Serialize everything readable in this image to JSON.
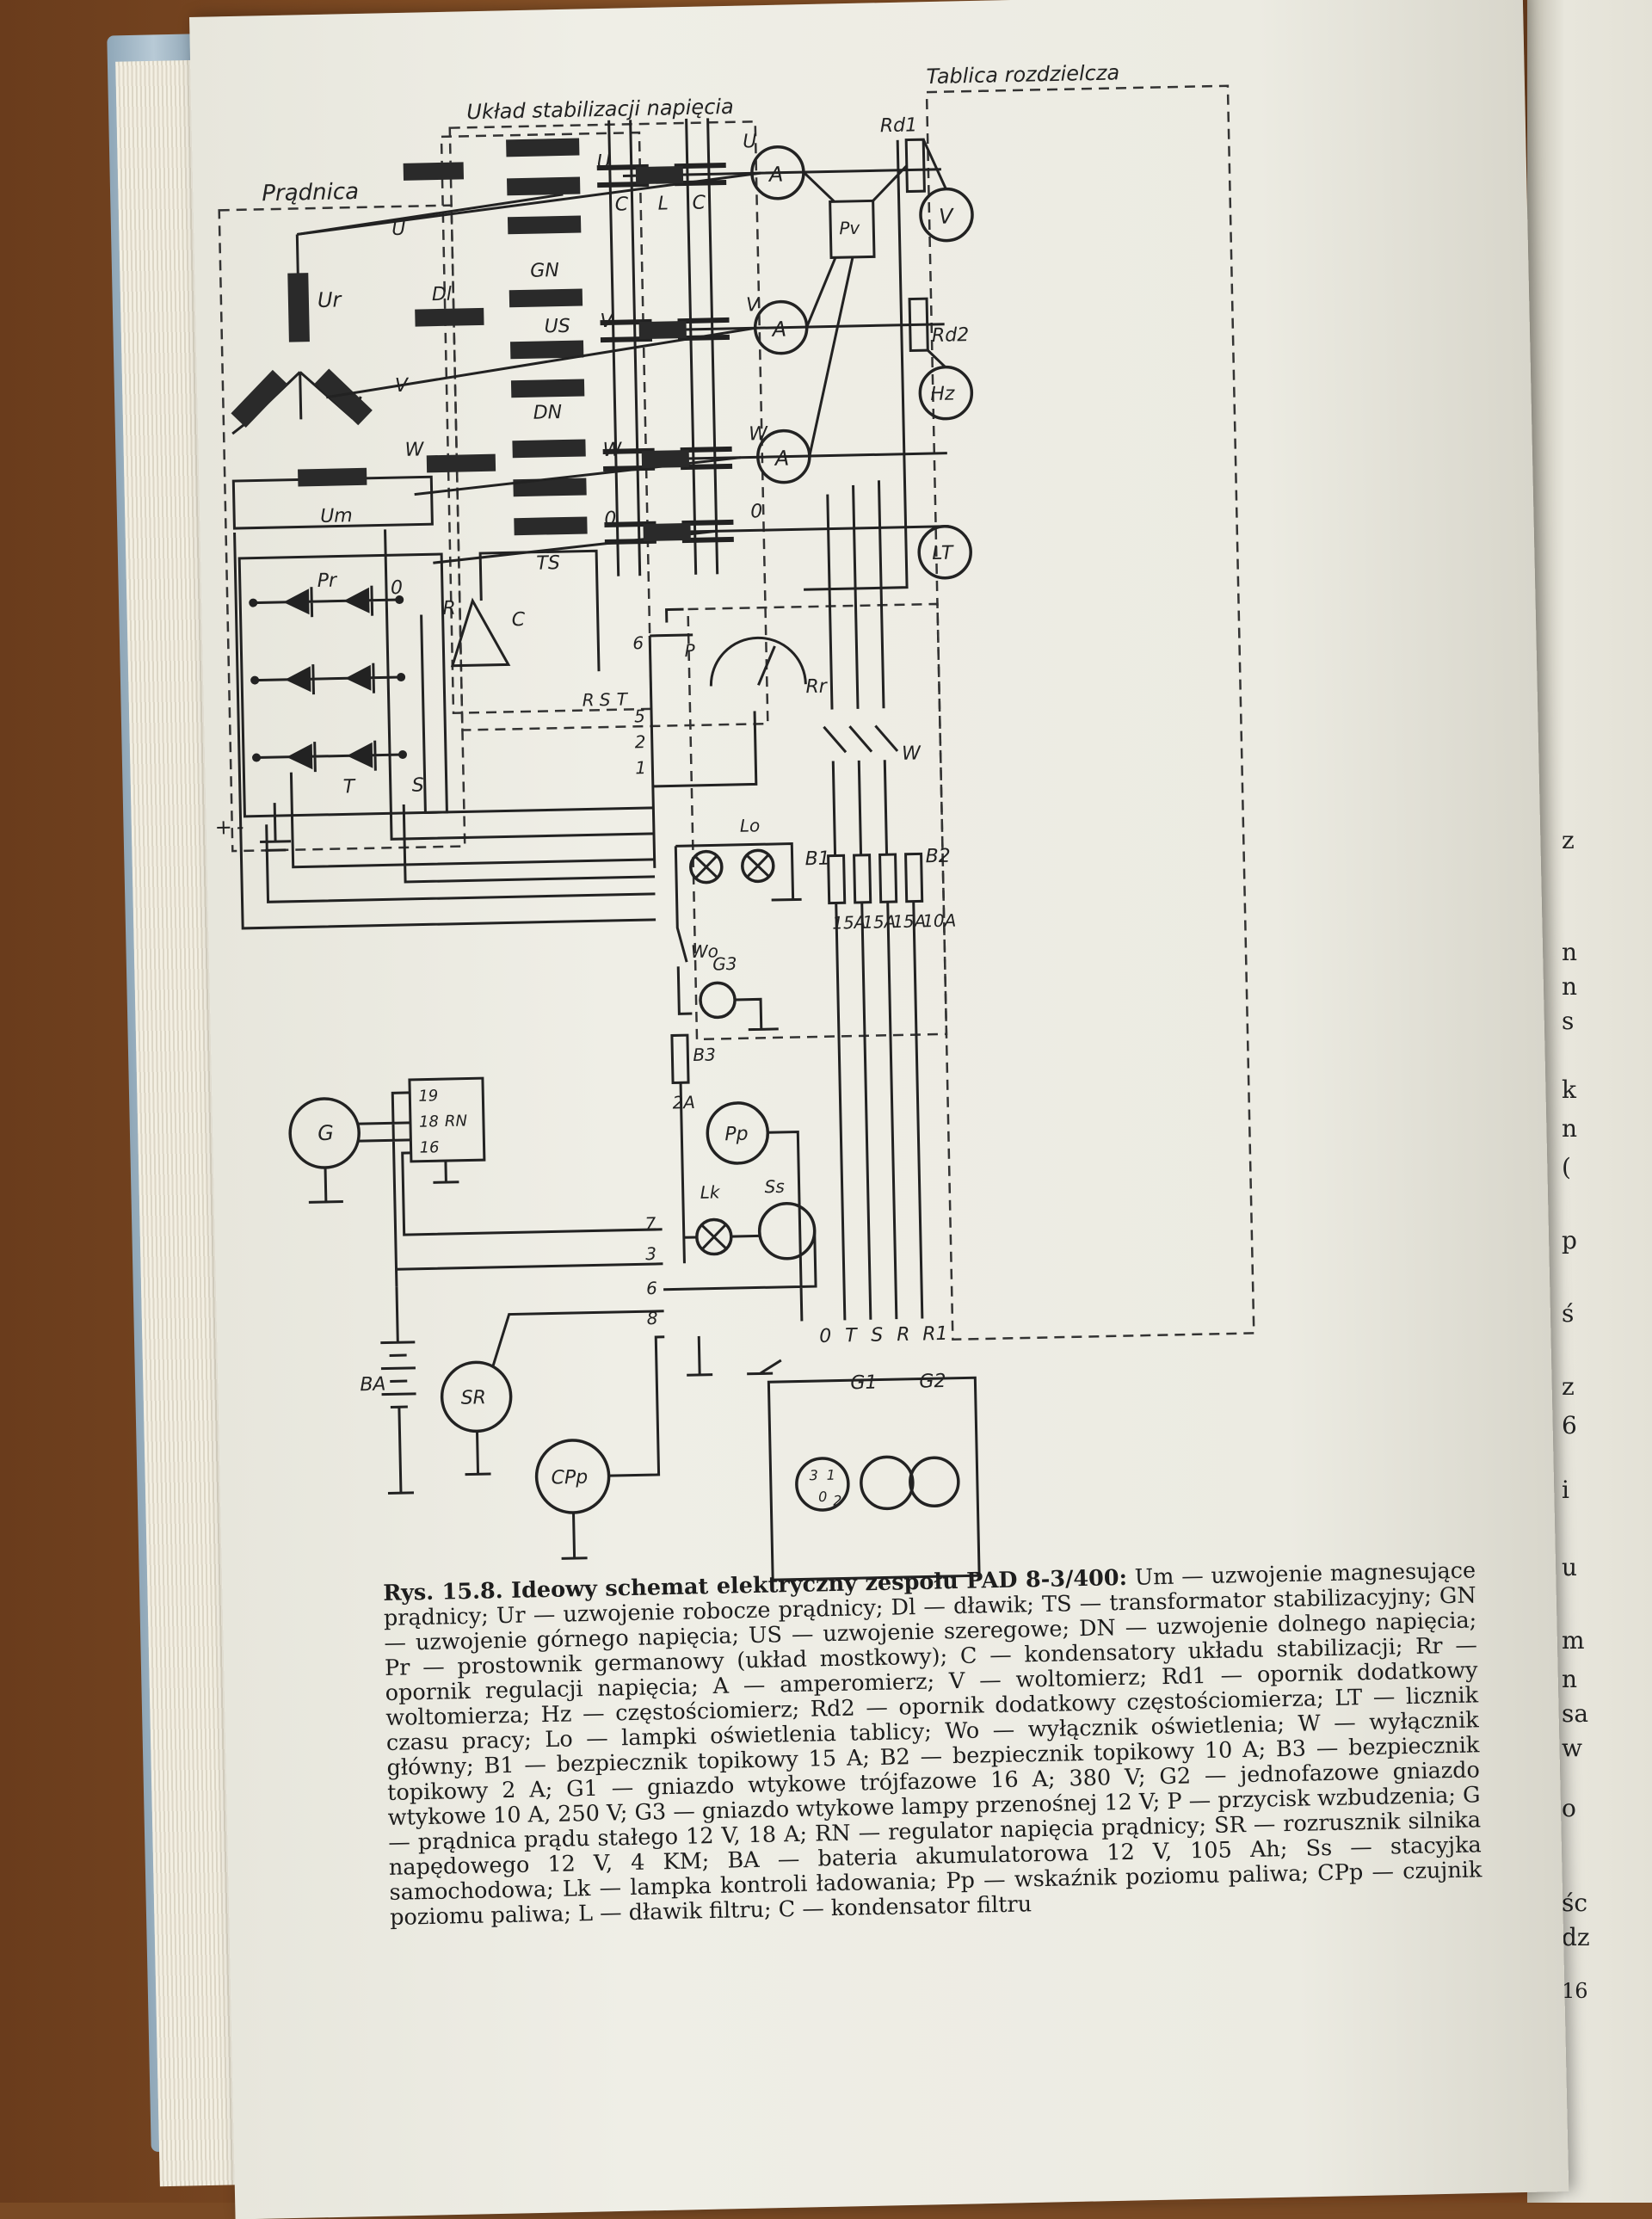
{
  "diagram": {
    "group_labels": {
      "pradnica": "Prądnica",
      "uklad": "Układ stabilizacji napięcia",
      "tablica": "Tablica rozdzielcza"
    },
    "components": {
      "ur": "Ur",
      "um": "Um",
      "pr": "Pr",
      "dl": "Dl",
      "gn": "GN",
      "us": "US",
      "dn": "DN",
      "ts": "TS",
      "c": "C",
      "l": "L",
      "ammeter": "A",
      "voltmeter": "V",
      "hz": "Hz",
      "lt": "LT",
      "pv": "Pv",
      "rd1": "Rd1",
      "rd2": "Rd2",
      "rr": "Rr",
      "p": "P",
      "w": "W",
      "b1": "B1",
      "b2": "B2",
      "b3": "B3",
      "fuse_15a": "15A",
      "fuse_10a": "10A",
      "fuse_2a": "2A",
      "lo": "Lo",
      "wo": "Wo",
      "g3": "G3",
      "pp": "Pp",
      "lk": "Lk",
      "ss": "Ss",
      "g": "G",
      "rn": "RN",
      "rn_pins": [
        "19",
        "18",
        "16"
      ],
      "ba": "BA",
      "sr": "SR",
      "cpp": "CPp",
      "g1": "G1",
      "g2": "G2"
    },
    "phases": [
      "U",
      "V",
      "W",
      "0"
    ],
    "terminals_left": [
      "R",
      "T",
      "S"
    ],
    "terminals_rst": [
      "R",
      "S",
      "T"
    ],
    "terminal_numbers_top": [
      "6",
      "5",
      "2",
      "1"
    ],
    "terminal_numbers_bottom": [
      "7",
      "3",
      "6",
      "8"
    ],
    "panel_outputs": [
      "0",
      "T",
      "S",
      "R",
      "R1"
    ],
    "socket_pins": [
      "1",
      "2",
      "3",
      "0"
    ],
    "plus_minus": [
      "+",
      "-"
    ]
  },
  "caption": {
    "title": "Rys. 15.8. Ideowy schemat elektryczny zespołu PAD 8-3/400:",
    "body": "Um — uzwojenie magnesujące prądnicy; Ur — uzwojenie robocze prądnicy; Dl — dławik; TS — transformator stabilizacyjny; GN — uzwojenie górnego napięcia; US — uzwojenie szeregowe; DN — uzwojenie dolnego napięcia; Pr — prostownik germanowy (układ mostkowy); C — kondensatory układu stabilizacji; Rr — opornik regulacji napięcia; A — amperomierz; V — woltomierz; Rd1 — opornik dodatkowy woltomierza; Hz — częstościomierz; Rd2 — opornik dodatkowy częstościomierza; LT — licznik czasu pracy; Lo — lampki oświetlenia tablicy; Wo — wyłącznik oświetlenia; W — wyłącznik główny; B1 — bezpiecznik topikowy 15 A; B2 — bezpiecznik topikowy 10 A; B3 — bezpiecznik topikowy 2 A; G1 — gniazdo wtykowe trójfazowe 16 A; 380 V; G2 — jednofazowe gniazdo wtykowe 10 A, 250 V; G3 — gniazdo wtykowe lampy przenośnej 12 V; P — przycisk wzbudzenia; G — prądnica prądu stałego 12 V, 18 A; RN — regulator napięcia prądnicy; SR — rozrusznik silnika napędowego 12 V, 4 KM; BA — bateria akumulatorowa 12 V, 105 Ah; Ss — stacyjka samochodowa; Lk — lampka kontroli ładowania; Pp — wskaźnik poziomu paliwa; CPp — czujnik poziomu paliwa; L — dławik filtru; C — kondensator filtru"
  },
  "next_page_fragments": [
    "z",
    "n",
    "n",
    "s",
    "k",
    "n",
    "(",
    "p",
    "ś",
    "z",
    "6",
    "i",
    "u",
    "m",
    "n",
    "sa",
    "w",
    "o",
    "śc",
    "dz",
    "16"
  ]
}
